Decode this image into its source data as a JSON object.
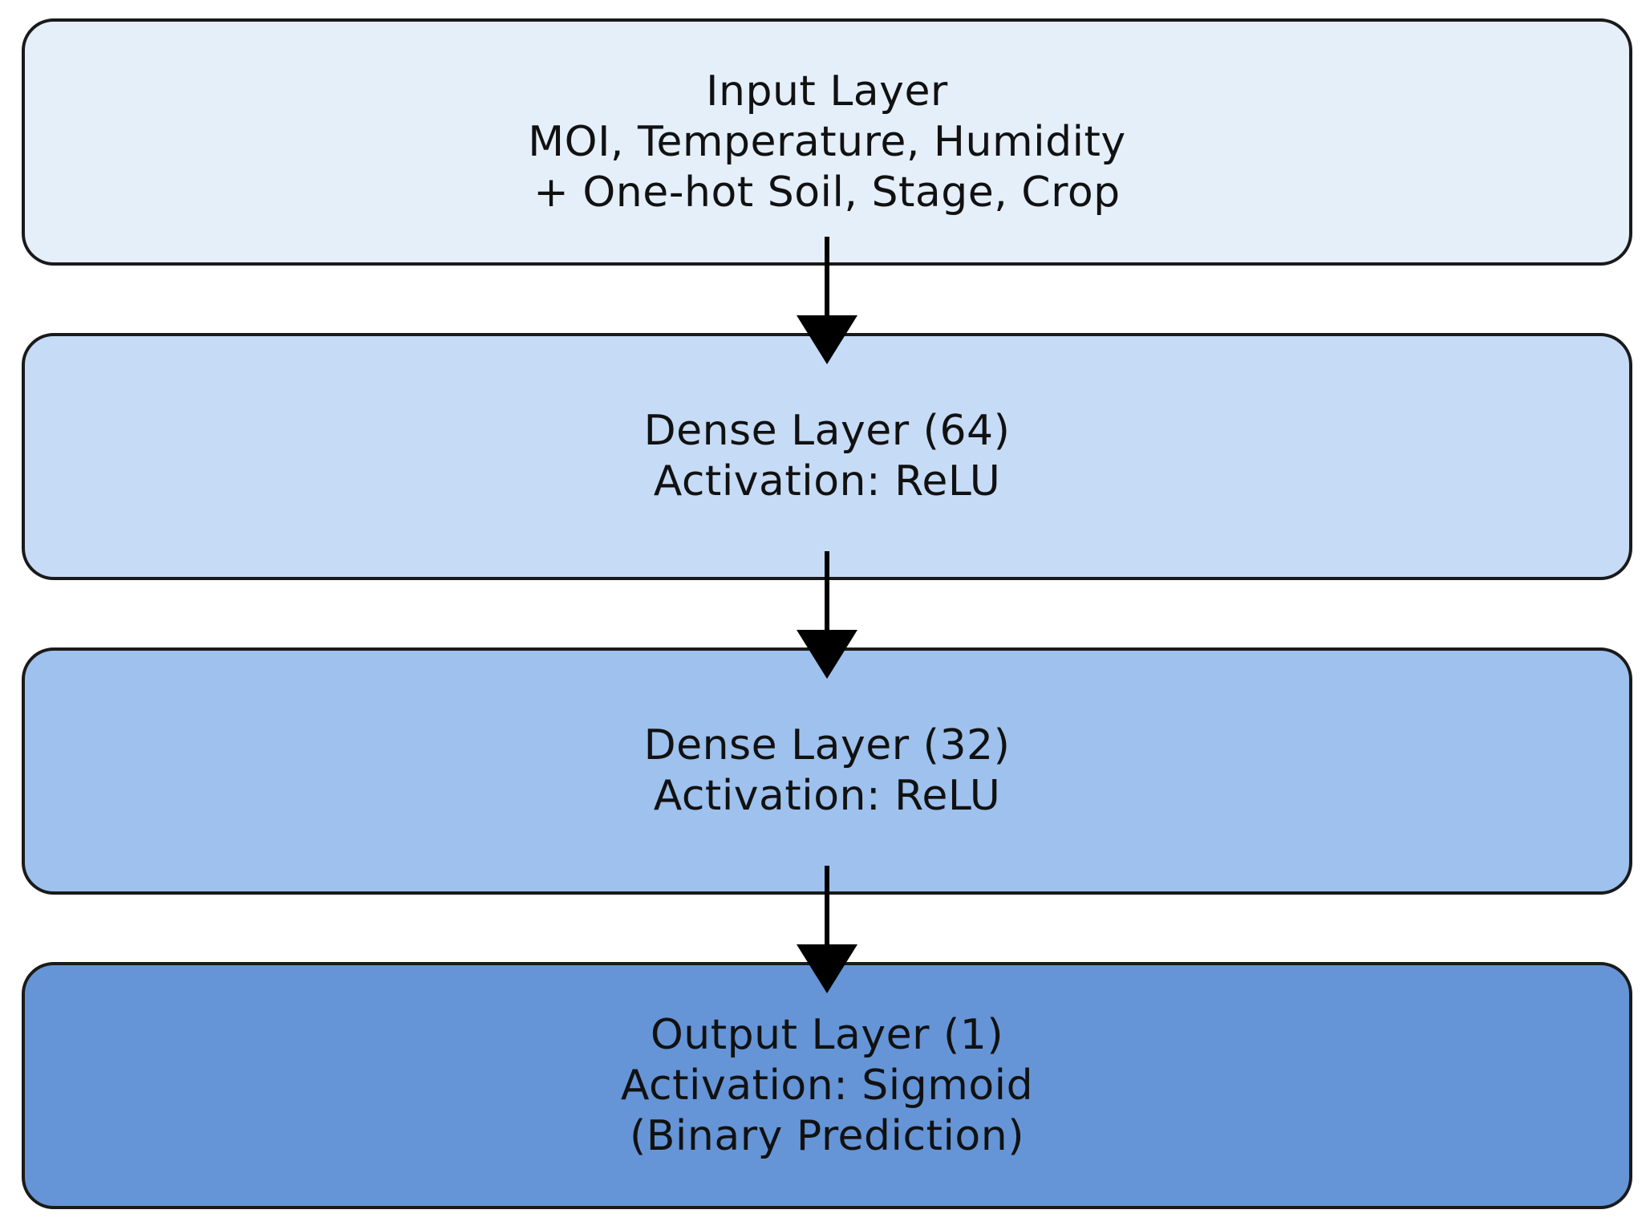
{
  "layers": [
    {
      "id": "input-layer",
      "fill": "#e5effa",
      "lines": [
        "Input Layer",
        "MOI, Temperature, Humidity",
        "+ One-hot Soil, Stage, Crop"
      ]
    },
    {
      "id": "dense-layer-64",
      "fill": "#c6dbf6",
      "lines": [
        "Dense Layer (64)",
        "Activation: ReLU"
      ]
    },
    {
      "id": "dense-layer-32",
      "fill": "#9ec1ed",
      "lines": [
        "Dense Layer (32)",
        "Activation: ReLU"
      ]
    },
    {
      "id": "output-layer",
      "fill": "#6595d6",
      "lines": [
        "Output Layer (1)",
        "Activation: Sigmoid",
        "(Binary Prediction)"
      ]
    }
  ],
  "edges": [
    {
      "from": "input-layer",
      "to": "dense-layer-64"
    },
    {
      "from": "dense-layer-64",
      "to": "dense-layer-32"
    },
    {
      "from": "dense-layer-32",
      "to": "output-layer"
    }
  ],
  "colors": {
    "border": "#1a1a1a",
    "arrow": "#000000",
    "text": "#111111"
  }
}
